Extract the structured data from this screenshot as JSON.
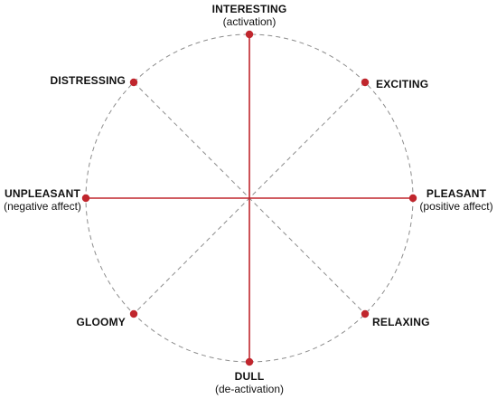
{
  "colors": {
    "accent": "#c0262d",
    "dashed": "#8c8c8c",
    "text": "#111111",
    "background": "#ffffff"
  },
  "labels": {
    "top": {
      "main": "INTERESTING",
      "sub": "(activation)"
    },
    "top_right": {
      "main": "EXCITING"
    },
    "right": {
      "main": "PLEASANT",
      "sub": "(positive affect)"
    },
    "bottom_right": {
      "main": "RELAXING"
    },
    "bottom": {
      "main": "DULL",
      "sub": "(de-activation)"
    },
    "bottom_left": {
      "main": "GLOOMY"
    },
    "left": {
      "main": "UNPLEASANT",
      "sub": "(negative affect)"
    },
    "top_left": {
      "main": "DISTRESSING"
    }
  }
}
